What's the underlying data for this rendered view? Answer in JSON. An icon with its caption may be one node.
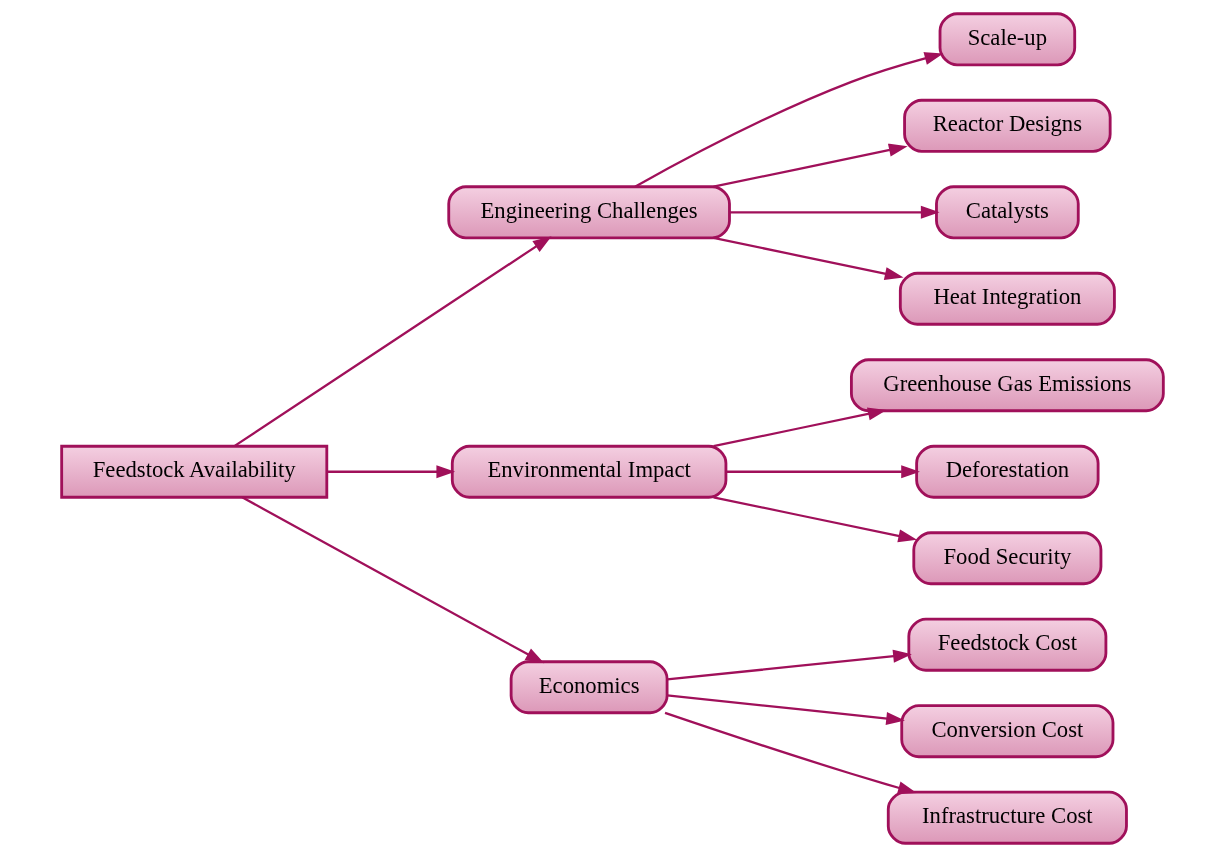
{
  "diagram": {
    "nodes": [
      {
        "text": [
          "Feedstock Availability"
        ]
      },
      {
        "text": [
          "Engineering Challenges"
        ]
      },
      {
        "text": [
          "Scale-up"
        ]
      },
      {
        "text": [
          "Reactor Designs"
        ]
      },
      {
        "text": [
          "Catalysts"
        ]
      },
      {
        "text": [
          "Heat Integration"
        ]
      },
      {
        "text": [
          "Environmental Impact"
        ]
      },
      {
        "text": [
          "Greenhouse Gas Emissions"
        ]
      },
      {
        "text": [
          "Deforestation"
        ]
      },
      {
        "text": [
          "Food Security"
        ]
      },
      {
        "text": [
          "Economics"
        ]
      },
      {
        "text": [
          "Feedstock Cost"
        ]
      },
      {
        "text": [
          "Conversion Cost"
        ]
      },
      {
        "text": [
          "Infrastructure Cost"
        ]
      }
    ],
    "edges": [
      {
        "from": 0,
        "to": 1,
        "arrow": "to"
      },
      {
        "from": 0,
        "to": 6,
        "arrow": "to"
      },
      {
        "from": 0,
        "to": 10,
        "arrow": "to"
      },
      {
        "from": 1,
        "to": 2,
        "arrow": "to"
      },
      {
        "from": 1,
        "to": 3,
        "arrow": "to"
      },
      {
        "from": 1,
        "to": 4,
        "arrow": "to"
      },
      {
        "from": 1,
        "to": 5,
        "arrow": "to"
      },
      {
        "from": 6,
        "to": 7,
        "arrow": "to"
      },
      {
        "from": 6,
        "to": 8,
        "arrow": "to"
      },
      {
        "from": 6,
        "to": 9,
        "arrow": "to"
      },
      {
        "from": 10,
        "to": 11,
        "arrow": "to"
      },
      {
        "from": 10,
        "to": 12,
        "arrow": "to"
      },
      {
        "from": 10,
        "to": 13,
        "arrow": "to"
      }
    ]
  }
}
